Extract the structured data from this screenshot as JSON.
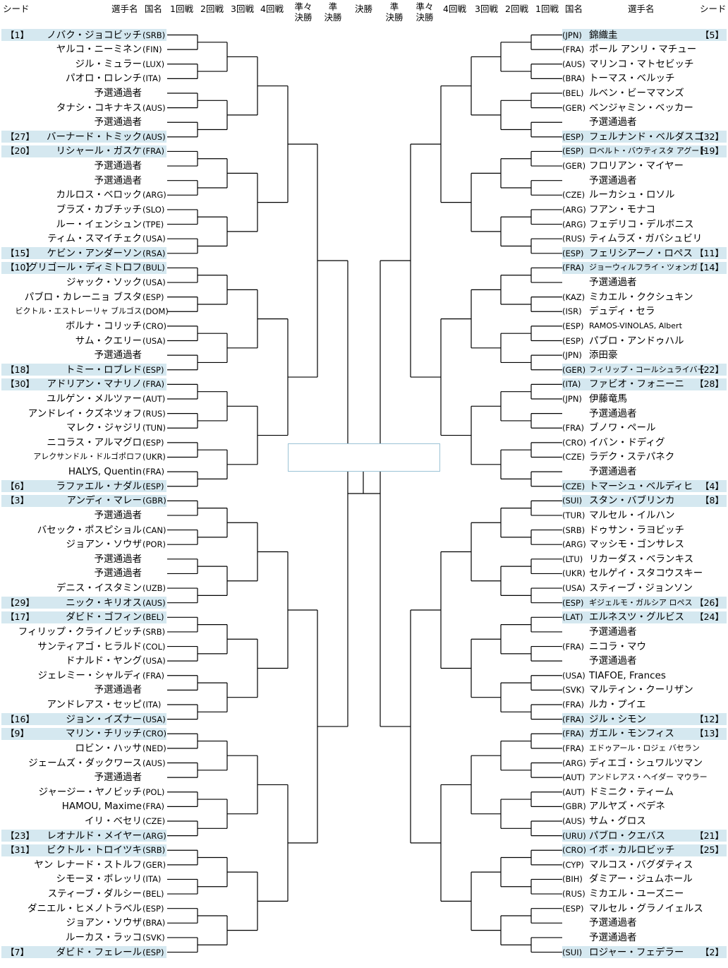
{
  "headers": {
    "left": {
      "seed": "シード",
      "player": "選手名",
      "country": "国名",
      "r1": "1回戦",
      "r2": "2回戦",
      "r3": "3回戦",
      "r4": "4回戦",
      "qf": "準々\n決勝",
      "sf": "準\n決勝"
    },
    "final": "決勝",
    "right": {
      "sf": "準\n決勝",
      "qf": "準々\n決勝",
      "r4": "4回戦",
      "r3": "3回戦",
      "r2": "2回戦",
      "r1": "1回戦",
      "country": "国名",
      "player": "選手名",
      "seed": "シード"
    }
  },
  "left_players": [
    {
      "seed": "【1】",
      "name": "ノバク・ジョコビッチ",
      "country": "(SRB)"
    },
    {
      "seed": "",
      "name": "ヤルコ・ニーミネン",
      "country": "(FIN)"
    },
    {
      "seed": "",
      "name": "ジル・ミュラー",
      "country": "(LUX)"
    },
    {
      "seed": "",
      "name": "パオロ・ロレンチ",
      "country": "(ITA)"
    },
    {
      "seed": "",
      "name": "予選通過者",
      "country": ""
    },
    {
      "seed": "",
      "name": "タナシ・コキナキス",
      "country": "(AUS)"
    },
    {
      "seed": "",
      "name": "予選通過者",
      "country": ""
    },
    {
      "seed": "【27】",
      "name": "バーナード・トミック",
      "country": "(AUS)"
    },
    {
      "seed": "【20】",
      "name": "リシャール・ガスケ",
      "country": "(FRA)"
    },
    {
      "seed": "",
      "name": "予選通過者",
      "country": ""
    },
    {
      "seed": "",
      "name": "予選通過者",
      "country": ""
    },
    {
      "seed": "",
      "name": "カルロス・ベロック",
      "country": "(ARG)"
    },
    {
      "seed": "",
      "name": "ブラズ・カブチッチ",
      "country": "(SLO)"
    },
    {
      "seed": "",
      "name": "ルー・イェンシュン",
      "country": "(TPE)"
    },
    {
      "seed": "",
      "name": "ティム・スマイチェク",
      "country": "(USA)"
    },
    {
      "seed": "【15】",
      "name": "ケビン・アンダーソン",
      "country": "(RSA)"
    },
    {
      "seed": "【10】",
      "name": "グリゴール・ディミトロフ",
      "country": "(BUL)"
    },
    {
      "seed": "",
      "name": "ジャック・ソック",
      "country": "(USA)"
    },
    {
      "seed": "",
      "name": "パブロ・カレーニョ ブスタ",
      "country": "(ESP)"
    },
    {
      "seed": "",
      "name": "ビクトル・エストレーリャ ブルゴス",
      "country": "(DOM)",
      "small": true
    },
    {
      "seed": "",
      "name": "ボルナ・コリッチ",
      "country": "(CRO)"
    },
    {
      "seed": "",
      "name": "サム・クエリー",
      "country": "(USA)"
    },
    {
      "seed": "",
      "name": "予選通過者",
      "country": ""
    },
    {
      "seed": "【18】",
      "name": "トミー・ロブレド",
      "country": "(ESP)"
    },
    {
      "seed": "【30】",
      "name": "アドリアン・マナリノ",
      "country": "(FRA)"
    },
    {
      "seed": "",
      "name": "ユルゲン・メルツァー",
      "country": "(AUT)"
    },
    {
      "seed": "",
      "name": "アンドレイ・クズネツォフ",
      "country": "(RUS)"
    },
    {
      "seed": "",
      "name": "マレク・ジャジリ",
      "country": "(TUN)"
    },
    {
      "seed": "",
      "name": "ニコラス・アルマグロ",
      "country": "(ESP)"
    },
    {
      "seed": "",
      "name": "アレクサンドル・ドルゴポロフ",
      "country": "(UKR)",
      "small": true
    },
    {
      "seed": "",
      "name": "HALYS, Quentin",
      "country": "(FRA)"
    },
    {
      "seed": "【6】",
      "name": "ラファエル・ナダル",
      "country": "(ESP)"
    },
    {
      "seed": "【3】",
      "name": "アンディ・マレー",
      "country": "(GBR)"
    },
    {
      "seed": "",
      "name": "予選通過者",
      "country": ""
    },
    {
      "seed": "",
      "name": "バセック・ポスピショル",
      "country": "(CAN)"
    },
    {
      "seed": "",
      "name": "ジョアン・ソウザ",
      "country": "(POR)"
    },
    {
      "seed": "",
      "name": "予選通過者",
      "country": ""
    },
    {
      "seed": "",
      "name": "予選通過者",
      "country": ""
    },
    {
      "seed": "",
      "name": "デニス・イスタミン",
      "country": "(UZB)"
    },
    {
      "seed": "【29】",
      "name": "ニック・キリオス",
      "country": "(AUS)"
    },
    {
      "seed": "【17】",
      "name": "ダビド・ゴフィン",
      "country": "(BEL)"
    },
    {
      "seed": "",
      "name": "フィリップ・クライノビッチ",
      "country": "(SRB)"
    },
    {
      "seed": "",
      "name": "サンティアゴ・ヒラルド",
      "country": "(COL)"
    },
    {
      "seed": "",
      "name": "ドナルド・ヤング",
      "country": "(USA)"
    },
    {
      "seed": "",
      "name": "ジェレミー・シャルディ",
      "country": "(FRA)"
    },
    {
      "seed": "",
      "name": "予選通過者",
      "country": ""
    },
    {
      "seed": "",
      "name": "アンドレアス・セッピ",
      "country": "(ITA)"
    },
    {
      "seed": "【16】",
      "name": "ジョン・イズナー",
      "country": "(USA)"
    },
    {
      "seed": "【9】",
      "name": "マリン・チリッチ",
      "country": "(CRO)"
    },
    {
      "seed": "",
      "name": "ロビン・ハッサ",
      "country": "(NED)"
    },
    {
      "seed": "",
      "name": "ジェームズ・ダックワース",
      "country": "(AUS)"
    },
    {
      "seed": "",
      "name": "予選通過者",
      "country": ""
    },
    {
      "seed": "",
      "name": "ジャージー・ヤノビッチ",
      "country": "(POL)"
    },
    {
      "seed": "",
      "name": "HAMOU, Maxime",
      "country": "(FRA)"
    },
    {
      "seed": "",
      "name": "イリ・ベセリ",
      "country": "(CZE)"
    },
    {
      "seed": "【23】",
      "name": "レオナルド・メイヤー",
      "country": "(ARG)"
    },
    {
      "seed": "【31】",
      "name": "ビクトル・トロイツキ",
      "country": "(SRB)"
    },
    {
      "seed": "",
      "name": "ヤン レナード・ストルフ",
      "country": "(GER)"
    },
    {
      "seed": "",
      "name": "シモーヌ・ボレッリ",
      "country": "(ITA)"
    },
    {
      "seed": "",
      "name": "スティーブ・ダルシー",
      "country": "(BEL)"
    },
    {
      "seed": "",
      "name": "ダニエル・ヒメノトラベル",
      "country": "(ESP)"
    },
    {
      "seed": "",
      "name": "ジョアン・ソウザ",
      "country": "(BRA)"
    },
    {
      "seed": "",
      "name": "ルーカス・ラッコ",
      "country": "(SVK)"
    },
    {
      "seed": "【7】",
      "name": "ダビド・フェレール",
      "country": "(ESP)"
    }
  ],
  "right_players": [
    {
      "seed": "【5】",
      "name": "錦織圭",
      "country": "(JPN)"
    },
    {
      "seed": "",
      "name": "ポール アンリ・マチュー",
      "country": "(FRA)"
    },
    {
      "seed": "",
      "name": "マリンコ・マトセビッチ",
      "country": "(AUS)"
    },
    {
      "seed": "",
      "name": "トーマス・ベルッチ",
      "country": "(BRA)"
    },
    {
      "seed": "",
      "name": "ルベン・ビーママンズ",
      "country": "(BEL)"
    },
    {
      "seed": "",
      "name": "ベンジャミン・ベッカー",
      "country": "(GER)"
    },
    {
      "seed": "",
      "name": "予選通過者",
      "country": ""
    },
    {
      "seed": "【32】",
      "name": "フェルナンド・ベルダスコ",
      "country": "(ESP)"
    },
    {
      "seed": "【19】",
      "name": "ロベルト・バウティスタ アグート",
      "country": "(ESP)",
      "small": true
    },
    {
      "seed": "",
      "name": "フロリアン・マイヤー",
      "country": "(GER)"
    },
    {
      "seed": "",
      "name": "予選通過者",
      "country": ""
    },
    {
      "seed": "",
      "name": "ルーカシュ・ロソル",
      "country": "(CZE)"
    },
    {
      "seed": "",
      "name": "フアン・モナコ",
      "country": "(ARG)"
    },
    {
      "seed": "",
      "name": "フェデリコ・デルボニス",
      "country": "(ARG)"
    },
    {
      "seed": "",
      "name": "ティムラズ・ガバシュビリ",
      "country": "(RUS)"
    },
    {
      "seed": "【11】",
      "name": "フェリシアーノ・ロペス",
      "country": "(ESP)"
    },
    {
      "seed": "【14】",
      "name": "ジョーウィルフライ・ツォンガ",
      "country": "(FRA)",
      "small": true
    },
    {
      "seed": "",
      "name": "予選通過者",
      "country": ""
    },
    {
      "seed": "",
      "name": "ミカエル・ククシュキン",
      "country": "(KAZ)"
    },
    {
      "seed": "",
      "name": "デュディ・セラ",
      "country": "(ISR)"
    },
    {
      "seed": "",
      "name": "RAMOS-VINOLAS, Albert",
      "country": "(ESP)",
      "small": true
    },
    {
      "seed": "",
      "name": "パブロ・アンドゥハル",
      "country": "(ESP)"
    },
    {
      "seed": "",
      "name": "添田豪",
      "country": "(JPN)"
    },
    {
      "seed": "【22】",
      "name": "フィリップ・コールシュライバー",
      "country": "(GER)",
      "small": true
    },
    {
      "seed": "【28】",
      "name": "ファビオ・フォニーニ",
      "country": "(ITA)"
    },
    {
      "seed": "",
      "name": "伊藤竜馬",
      "country": "(JPN)"
    },
    {
      "seed": "",
      "name": "予選通過者",
      "country": ""
    },
    {
      "seed": "",
      "name": "ブノワ・ペール",
      "country": "(FRA)"
    },
    {
      "seed": "",
      "name": "イバン・ドディグ",
      "country": "(CRO)"
    },
    {
      "seed": "",
      "name": "ラデク・ステパネク",
      "country": "(CZE)"
    },
    {
      "seed": "",
      "name": "予選通過者",
      "country": ""
    },
    {
      "seed": "【4】",
      "name": "トマーシュ・ベルディヒ",
      "country": "(CZE)"
    },
    {
      "seed": "【8】",
      "name": "スタン・バブリンカ",
      "country": "(SUI)"
    },
    {
      "seed": "",
      "name": "マルセル・イルハン",
      "country": "(TUR)"
    },
    {
      "seed": "",
      "name": "ドゥサン・ラヨビッチ",
      "country": "(SRB)"
    },
    {
      "seed": "",
      "name": "マッシモ・ゴンサレス",
      "country": "(ARG)"
    },
    {
      "seed": "",
      "name": "リカーダス・ベランキス",
      "country": "(LTU)"
    },
    {
      "seed": "",
      "name": "セルゲイ・スタコウスキー",
      "country": "(UKR)"
    },
    {
      "seed": "",
      "name": "スティーブ・ジョンソン",
      "country": "(USA)"
    },
    {
      "seed": "【26】",
      "name": "ギジェルモ・ガルシア ロペス",
      "country": "(ESP)",
      "small": true
    },
    {
      "seed": "【24】",
      "name": "エルネスツ・グルビス",
      "country": "(LAT)"
    },
    {
      "seed": "",
      "name": "予選通過者",
      "country": ""
    },
    {
      "seed": "",
      "name": "ニコラ・マウ",
      "country": "(FRA)"
    },
    {
      "seed": "",
      "name": "予選通過者",
      "country": ""
    },
    {
      "seed": "",
      "name": "TIAFOE, Frances",
      "country": "(USA)"
    },
    {
      "seed": "",
      "name": "マルティン・クーリザン",
      "country": "(SVK)"
    },
    {
      "seed": "",
      "name": "ルカ・プイエ",
      "country": "(FRA)"
    },
    {
      "seed": "【12】",
      "name": "ジル・シモン",
      "country": "(FRA)"
    },
    {
      "seed": "【13】",
      "name": "ガエル・モンフィス",
      "country": "(FRA)"
    },
    {
      "seed": "",
      "name": "エドゥアール・ロジェ バセラン",
      "country": "(FRA)",
      "small": true
    },
    {
      "seed": "",
      "name": "ディエゴ・シュワルツマン",
      "country": "(ARG)"
    },
    {
      "seed": "",
      "name": "アンドレアス・ヘイダー マウラー",
      "country": "(AUT)",
      "small": true
    },
    {
      "seed": "",
      "name": "ドミニク・ティーム",
      "country": "(AUT)"
    },
    {
      "seed": "",
      "name": "アルヤズ・ベデネ",
      "country": "(GBR)"
    },
    {
      "seed": "",
      "name": "サム・グロス",
      "country": "(AUS)"
    },
    {
      "seed": "【21】",
      "name": "パブロ・クエバス",
      "country": "(URU)"
    },
    {
      "seed": "【25】",
      "name": "イボ・カルロビッチ",
      "country": "(CRO)"
    },
    {
      "seed": "",
      "name": "マルコス・バグダティス",
      "country": "(CYP)"
    },
    {
      "seed": "",
      "name": "ダミアー・ジュムホール",
      "country": "(BIH)"
    },
    {
      "seed": "",
      "name": "ミカエル・ユーズニー",
      "country": "(RUS)"
    },
    {
      "seed": "",
      "name": "マルセル・グラノイェルス",
      "country": "(ESP)"
    },
    {
      "seed": "",
      "name": "予選通過者",
      "country": ""
    },
    {
      "seed": "",
      "name": "予選通過者",
      "country": ""
    },
    {
      "seed": "【2】",
      "name": "ロジャー・フェデラー",
      "country": "(SUI)"
    }
  ]
}
